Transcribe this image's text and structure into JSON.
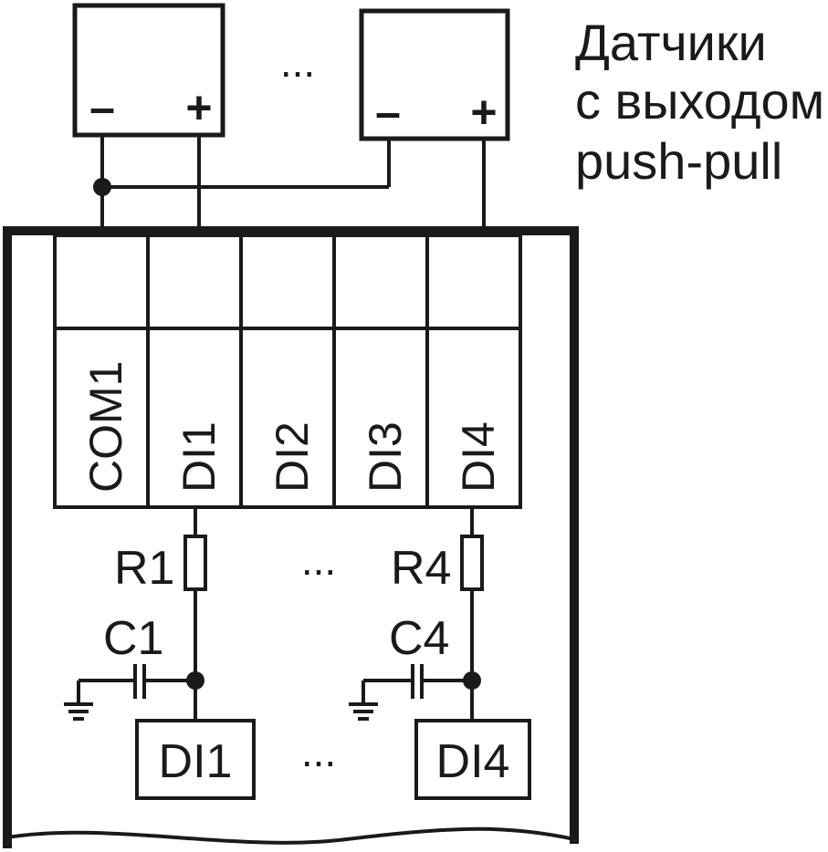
{
  "title": {
    "line1": "Датчики",
    "line2": "с выходом",
    "line3": "push-pull"
  },
  "sensor_left": {
    "minus": "–",
    "plus": "+"
  },
  "sensor_right": {
    "minus": "–",
    "plus": "+"
  },
  "ellipsis": "...",
  "terminals": [
    "COM1",
    "DI1",
    "DI2",
    "DI3",
    "DI4"
  ],
  "resistors": {
    "left": "R1",
    "right": "R4"
  },
  "capacitors": {
    "left": "C1",
    "right": "C4"
  },
  "inputs": {
    "left": "DI1",
    "right": "DI4"
  }
}
